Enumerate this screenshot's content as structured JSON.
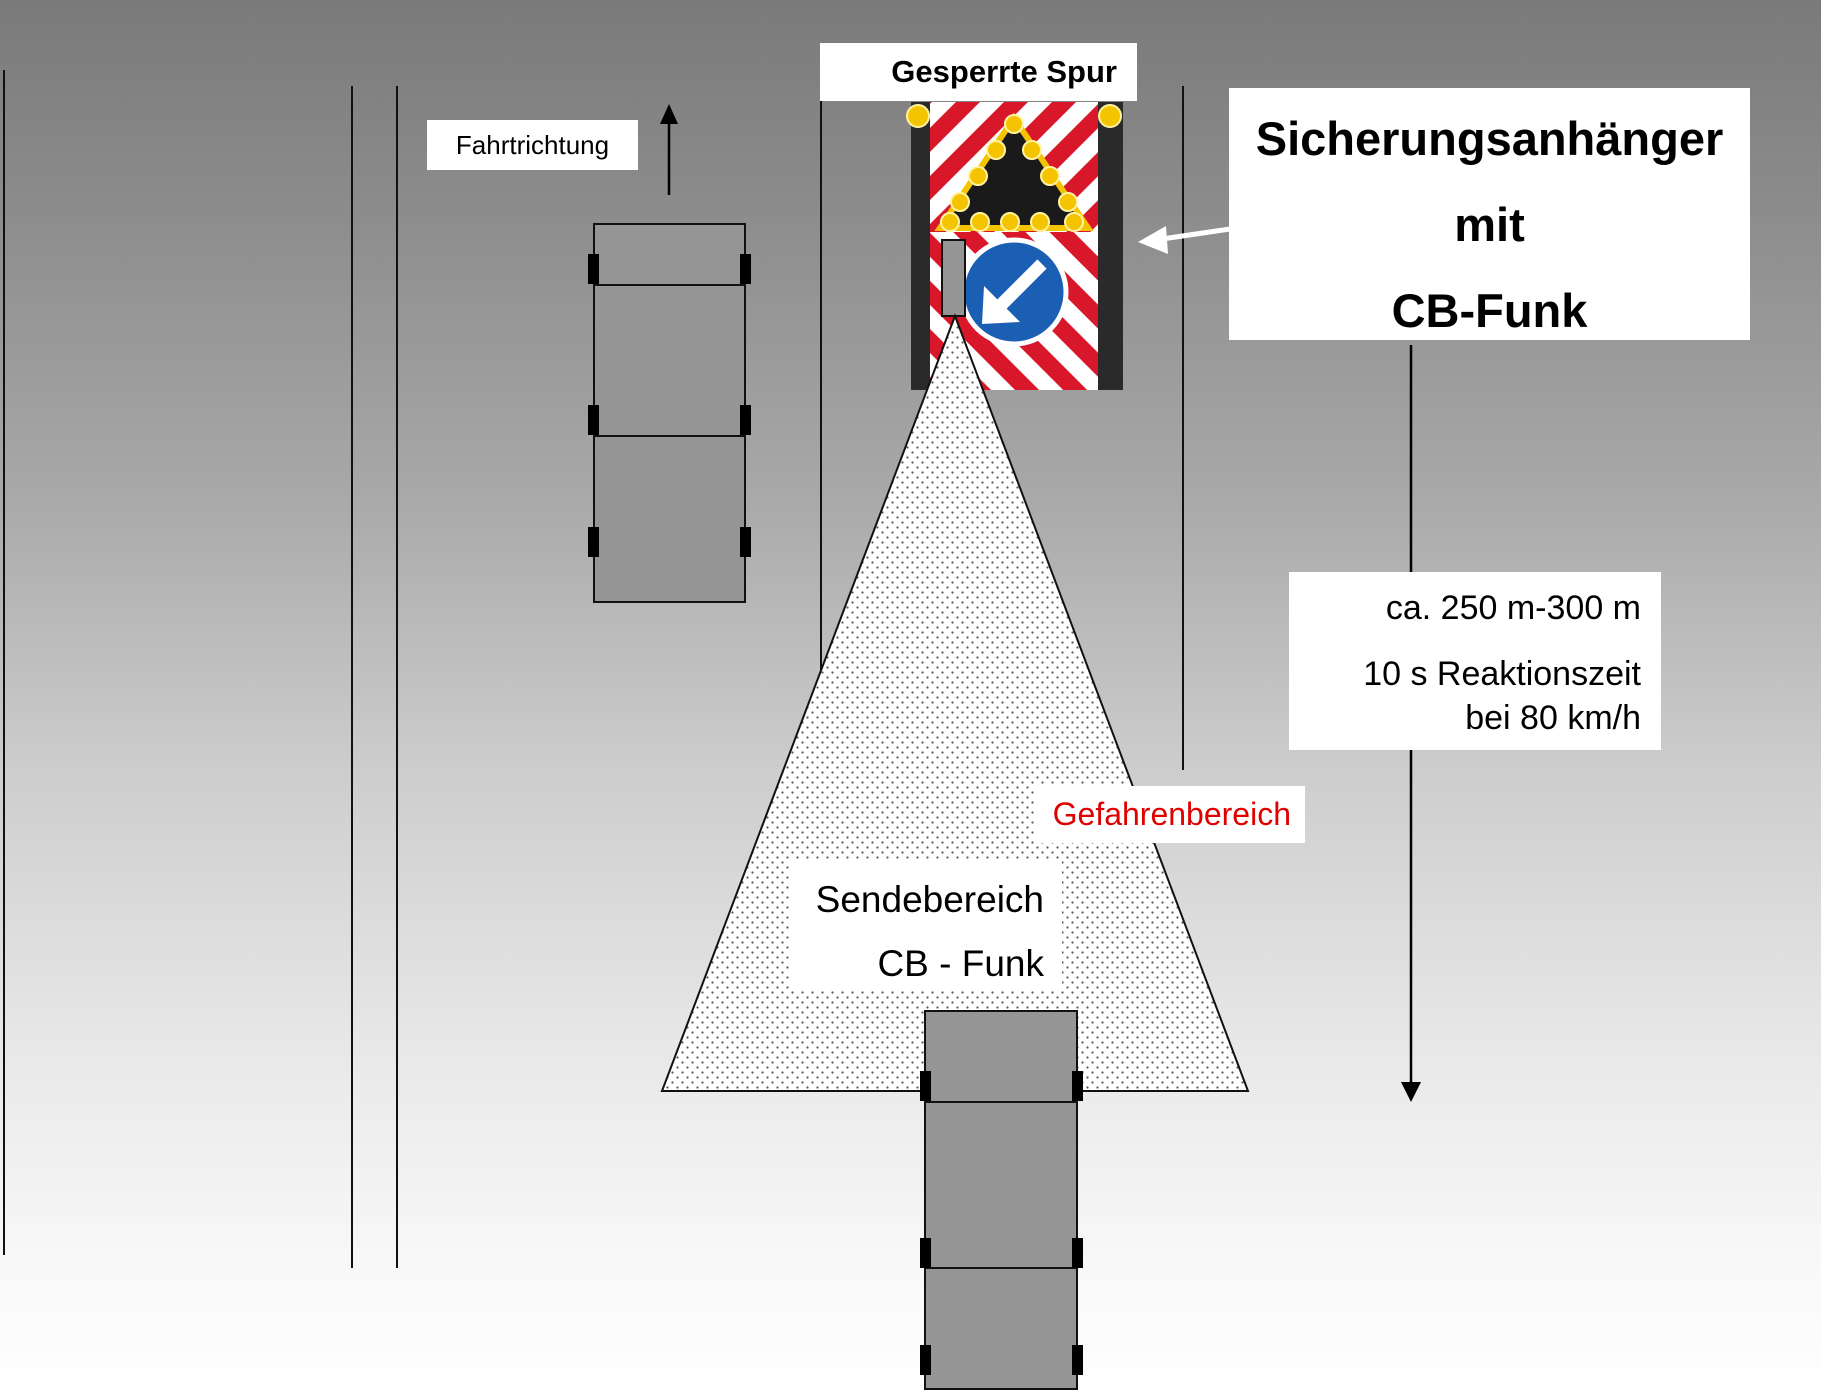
{
  "labels": {
    "closed_lane": "Gesperrte Spur",
    "direction": "Fahrtrichtung",
    "trailer": {
      "line1": "Sicherungsanhänger",
      "line2": "mit",
      "line3": "CB-Funk"
    },
    "distance": {
      "range": "ca. 250 m-300 m",
      "reaction_line1": "10 s Reaktionszeit",
      "reaction_line2": "bei 80 km/h"
    },
    "danger_zone": "Gefahrenbereich",
    "transmit": {
      "line1": "Sendebereich",
      "line2": "CB - Funk"
    }
  },
  "colors": {
    "danger_text": "#e00000",
    "car_fill": "#959595",
    "sign_red": "#d8182a",
    "sign_blue": "#1a5fb4",
    "lamp_yellow": "#f5c400"
  },
  "icons": {
    "direction_arrow": "arrow-up-icon",
    "pointer_arrow": "arrow-left-icon",
    "distance_arrow": "arrow-down-icon",
    "keep_left_sign": "keep-left-arrow-icon"
  }
}
